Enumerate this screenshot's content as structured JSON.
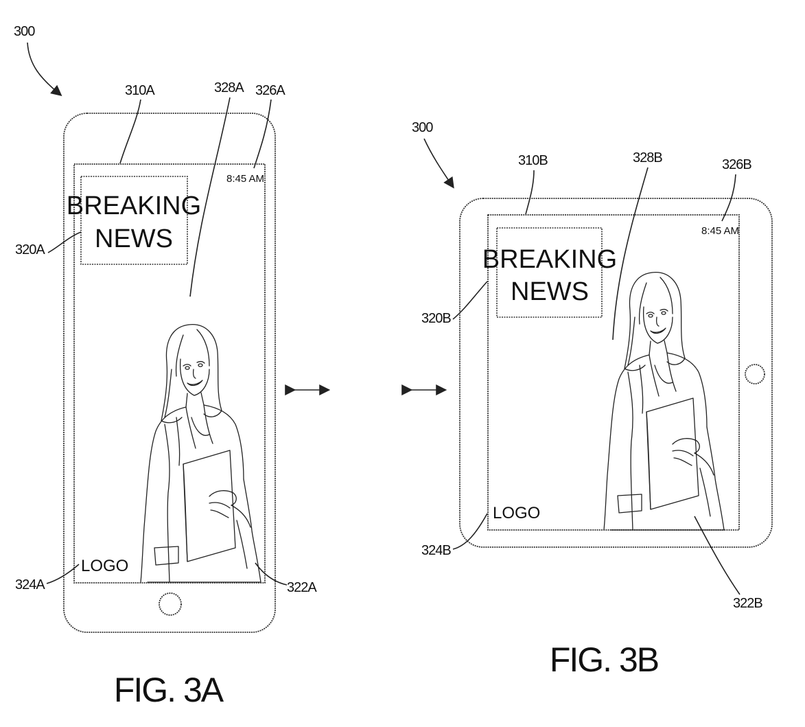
{
  "figures": [
    {
      "id": "3A",
      "caption": "FIG. 3A",
      "device_ref": "300",
      "screen_ref": "310A",
      "content_ref": "328A",
      "time_ref": "326A",
      "banner_ref": "320A",
      "logo_ref": "324A",
      "presenter_ref": "322A",
      "time": "8:45 AM",
      "banner_line1": "BREAKING",
      "banner_line2": "NEWS",
      "logo": "LOGO",
      "orientation": "portrait"
    },
    {
      "id": "3B",
      "caption": "FIG. 3B",
      "device_ref": "300",
      "screen_ref": "310B",
      "content_ref": "328B",
      "time_ref": "326B",
      "banner_ref": "320B",
      "logo_ref": "324B",
      "presenter_ref": "322B",
      "time": "8:45 AM",
      "banner_line1": "BREAKING",
      "banner_line2": "NEWS",
      "logo": "LOGO",
      "orientation": "landscape"
    }
  ],
  "rotation_arrow_icon": "double-headed-arrow-icon"
}
